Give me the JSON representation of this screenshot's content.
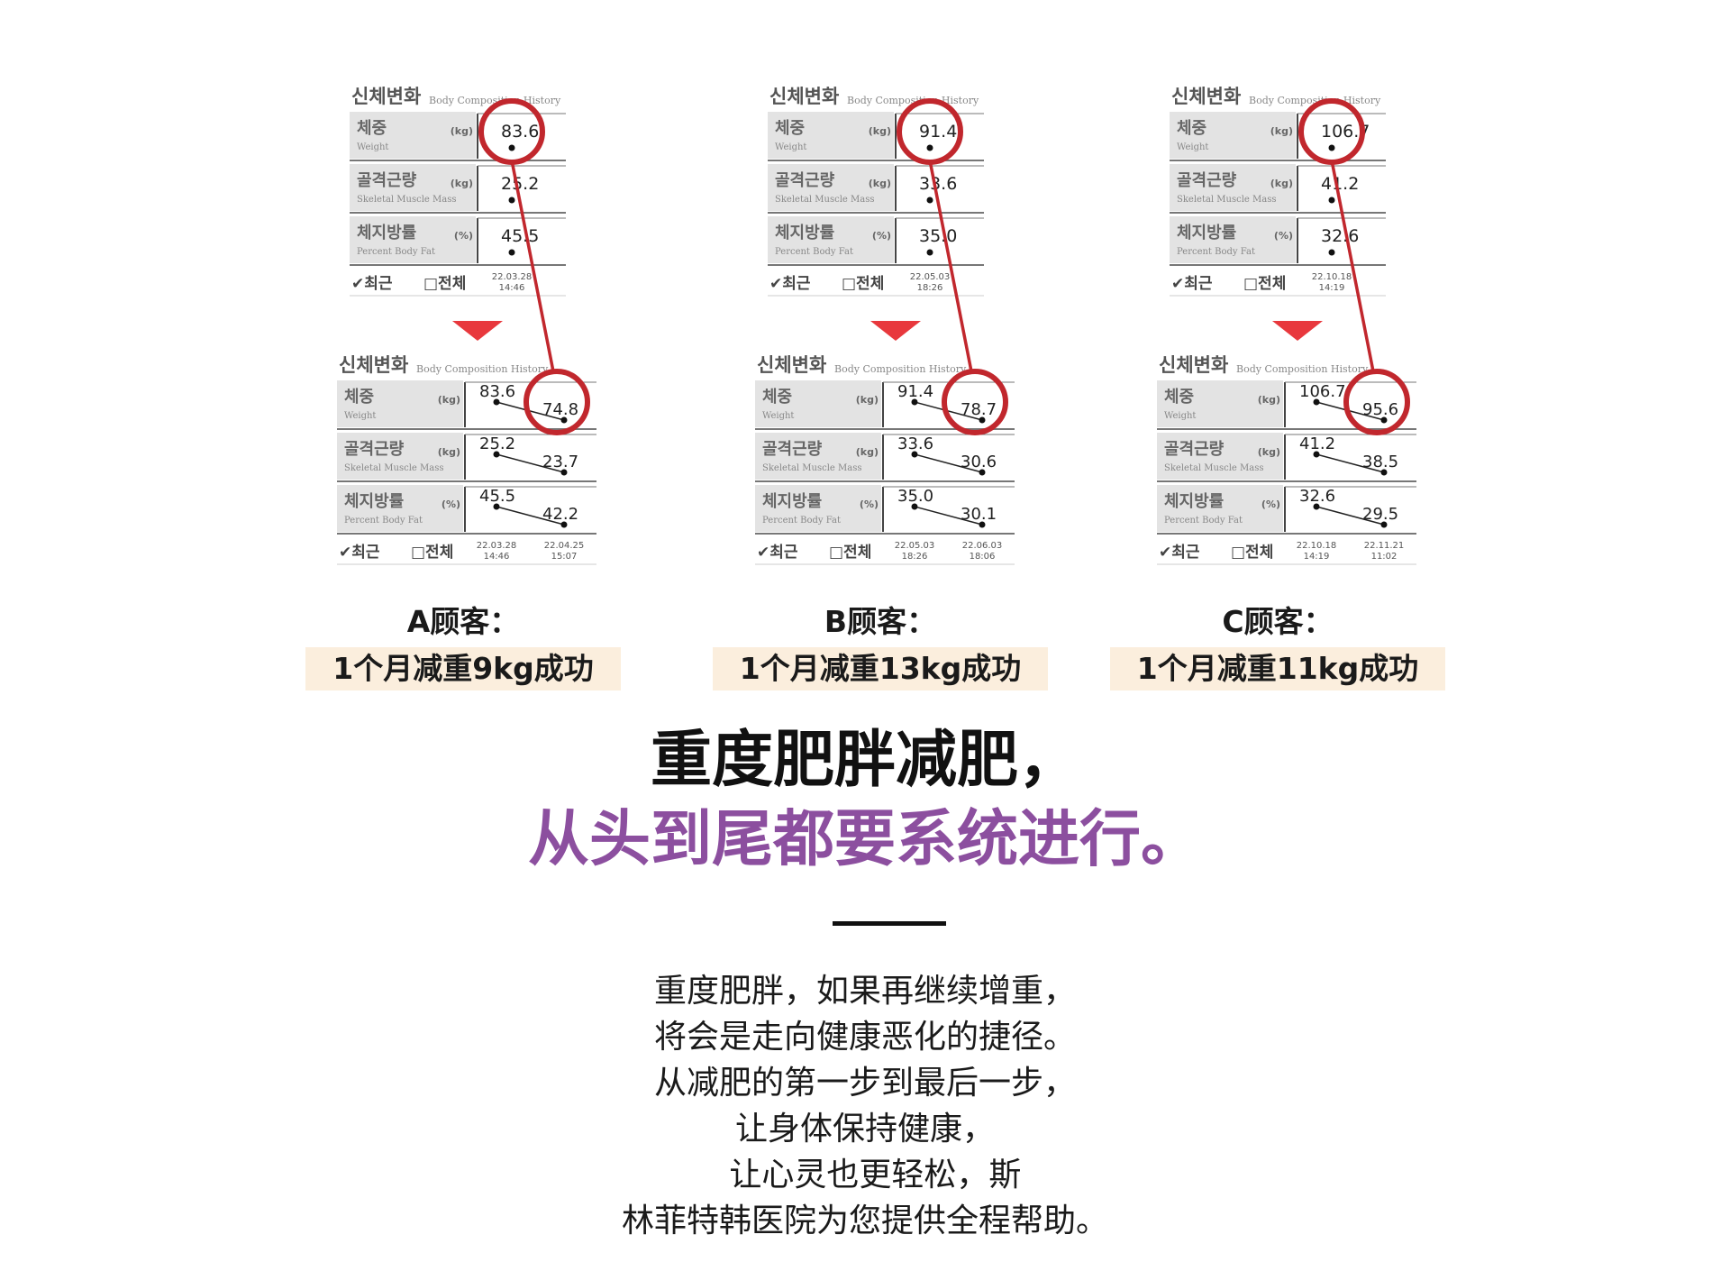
{
  "panel_labels": {
    "title_ko": "신체변화",
    "title_en": "Body Composition History",
    "weight_ko": "체중",
    "weight_en": "Weight",
    "weight_unit": "(kg)",
    "smm_ko": "골격근량",
    "smm_en": "Skeletal Muscle Mass",
    "smm_unit": "(kg)",
    "pbf_ko": "체지방률",
    "pbf_en": "Percent Body Fat",
    "pbf_unit": "(%)",
    "recent": "최근",
    "all": "전체"
  },
  "colors": {
    "circle": "#c1272d",
    "arrow": "#e8383d",
    "highlight": "#fbeedd",
    "purple": "#8c4f9f"
  },
  "customers": [
    {
      "title": "A顾客：",
      "result": "1个月减重9kg成功",
      "before": {
        "weight": "83.6",
        "smm": "25.2",
        "pbf": "45.5",
        "date": "22.03.28",
        "time": "14:46"
      },
      "after": {
        "weight": "74.8",
        "smm": "23.7",
        "pbf": "42.2",
        "date": "22.04.25",
        "time": "15:07"
      }
    },
    {
      "title": "B顾客：",
      "result": "1个月减重13kg成功",
      "before": {
        "weight": "91.4",
        "smm": "33.6",
        "pbf": "35.0",
        "date": "22.05.03",
        "time": "18:26"
      },
      "after": {
        "weight": "78.7",
        "smm": "30.6",
        "pbf": "30.1",
        "date": "22.06.03",
        "time": "18:06"
      }
    },
    {
      "title": "C顾客：",
      "result": "1个月减重11kg成功",
      "before": {
        "weight": "106.7",
        "smm": "41.2",
        "pbf": "32.6",
        "date": "22.10.18",
        "time": "14:19"
      },
      "after": {
        "weight": "95.6",
        "smm": "38.5",
        "pbf": "29.5",
        "date": "22.11.21",
        "time": "11:02"
      }
    }
  ],
  "headline": {
    "line1": "重度肥胖减肥，",
    "line2": "从头到尾都要系统进行。"
  },
  "body_lines": [
    "重度肥胖，如果再继续增重，",
    "将会是走向健康恶化的捷径。",
    "从减肥的第一步到最后一步，",
    "让身体保持健康，",
    "  让心灵也更轻松，斯",
    "林菲特韩医院为您提供全程帮助。"
  ]
}
